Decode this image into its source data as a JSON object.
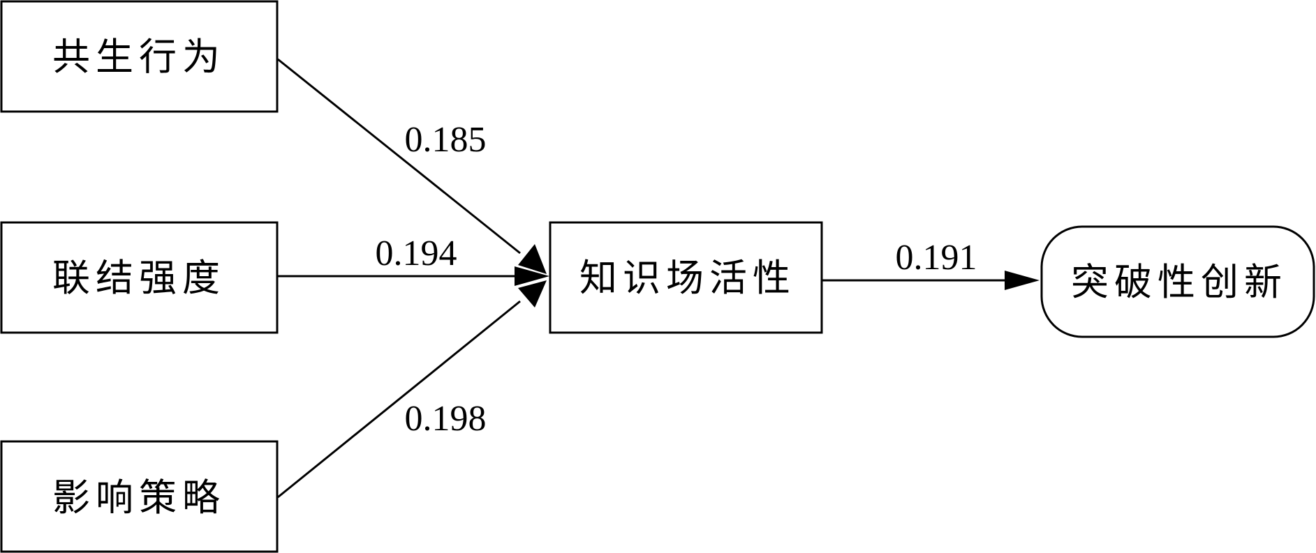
{
  "nodes": {
    "symbiotic_behavior": {
      "label": "共生行为"
    },
    "connection_strength": {
      "label": "联结强度"
    },
    "influence_strategy": {
      "label": "影响策略"
    },
    "knowledge_field_activity": {
      "label": "知识场活性"
    },
    "breakthrough_innovation": {
      "label": "突破性创新"
    }
  },
  "edges": {
    "symbiotic_to_knowledge": {
      "value": "0.185"
    },
    "connection_to_knowledge": {
      "value": "0.194"
    },
    "influence_to_knowledge": {
      "value": "0.198"
    },
    "knowledge_to_innovation": {
      "value": "0.191"
    }
  },
  "colors": {
    "stroke": "#000000",
    "fill": "#ffffff"
  }
}
